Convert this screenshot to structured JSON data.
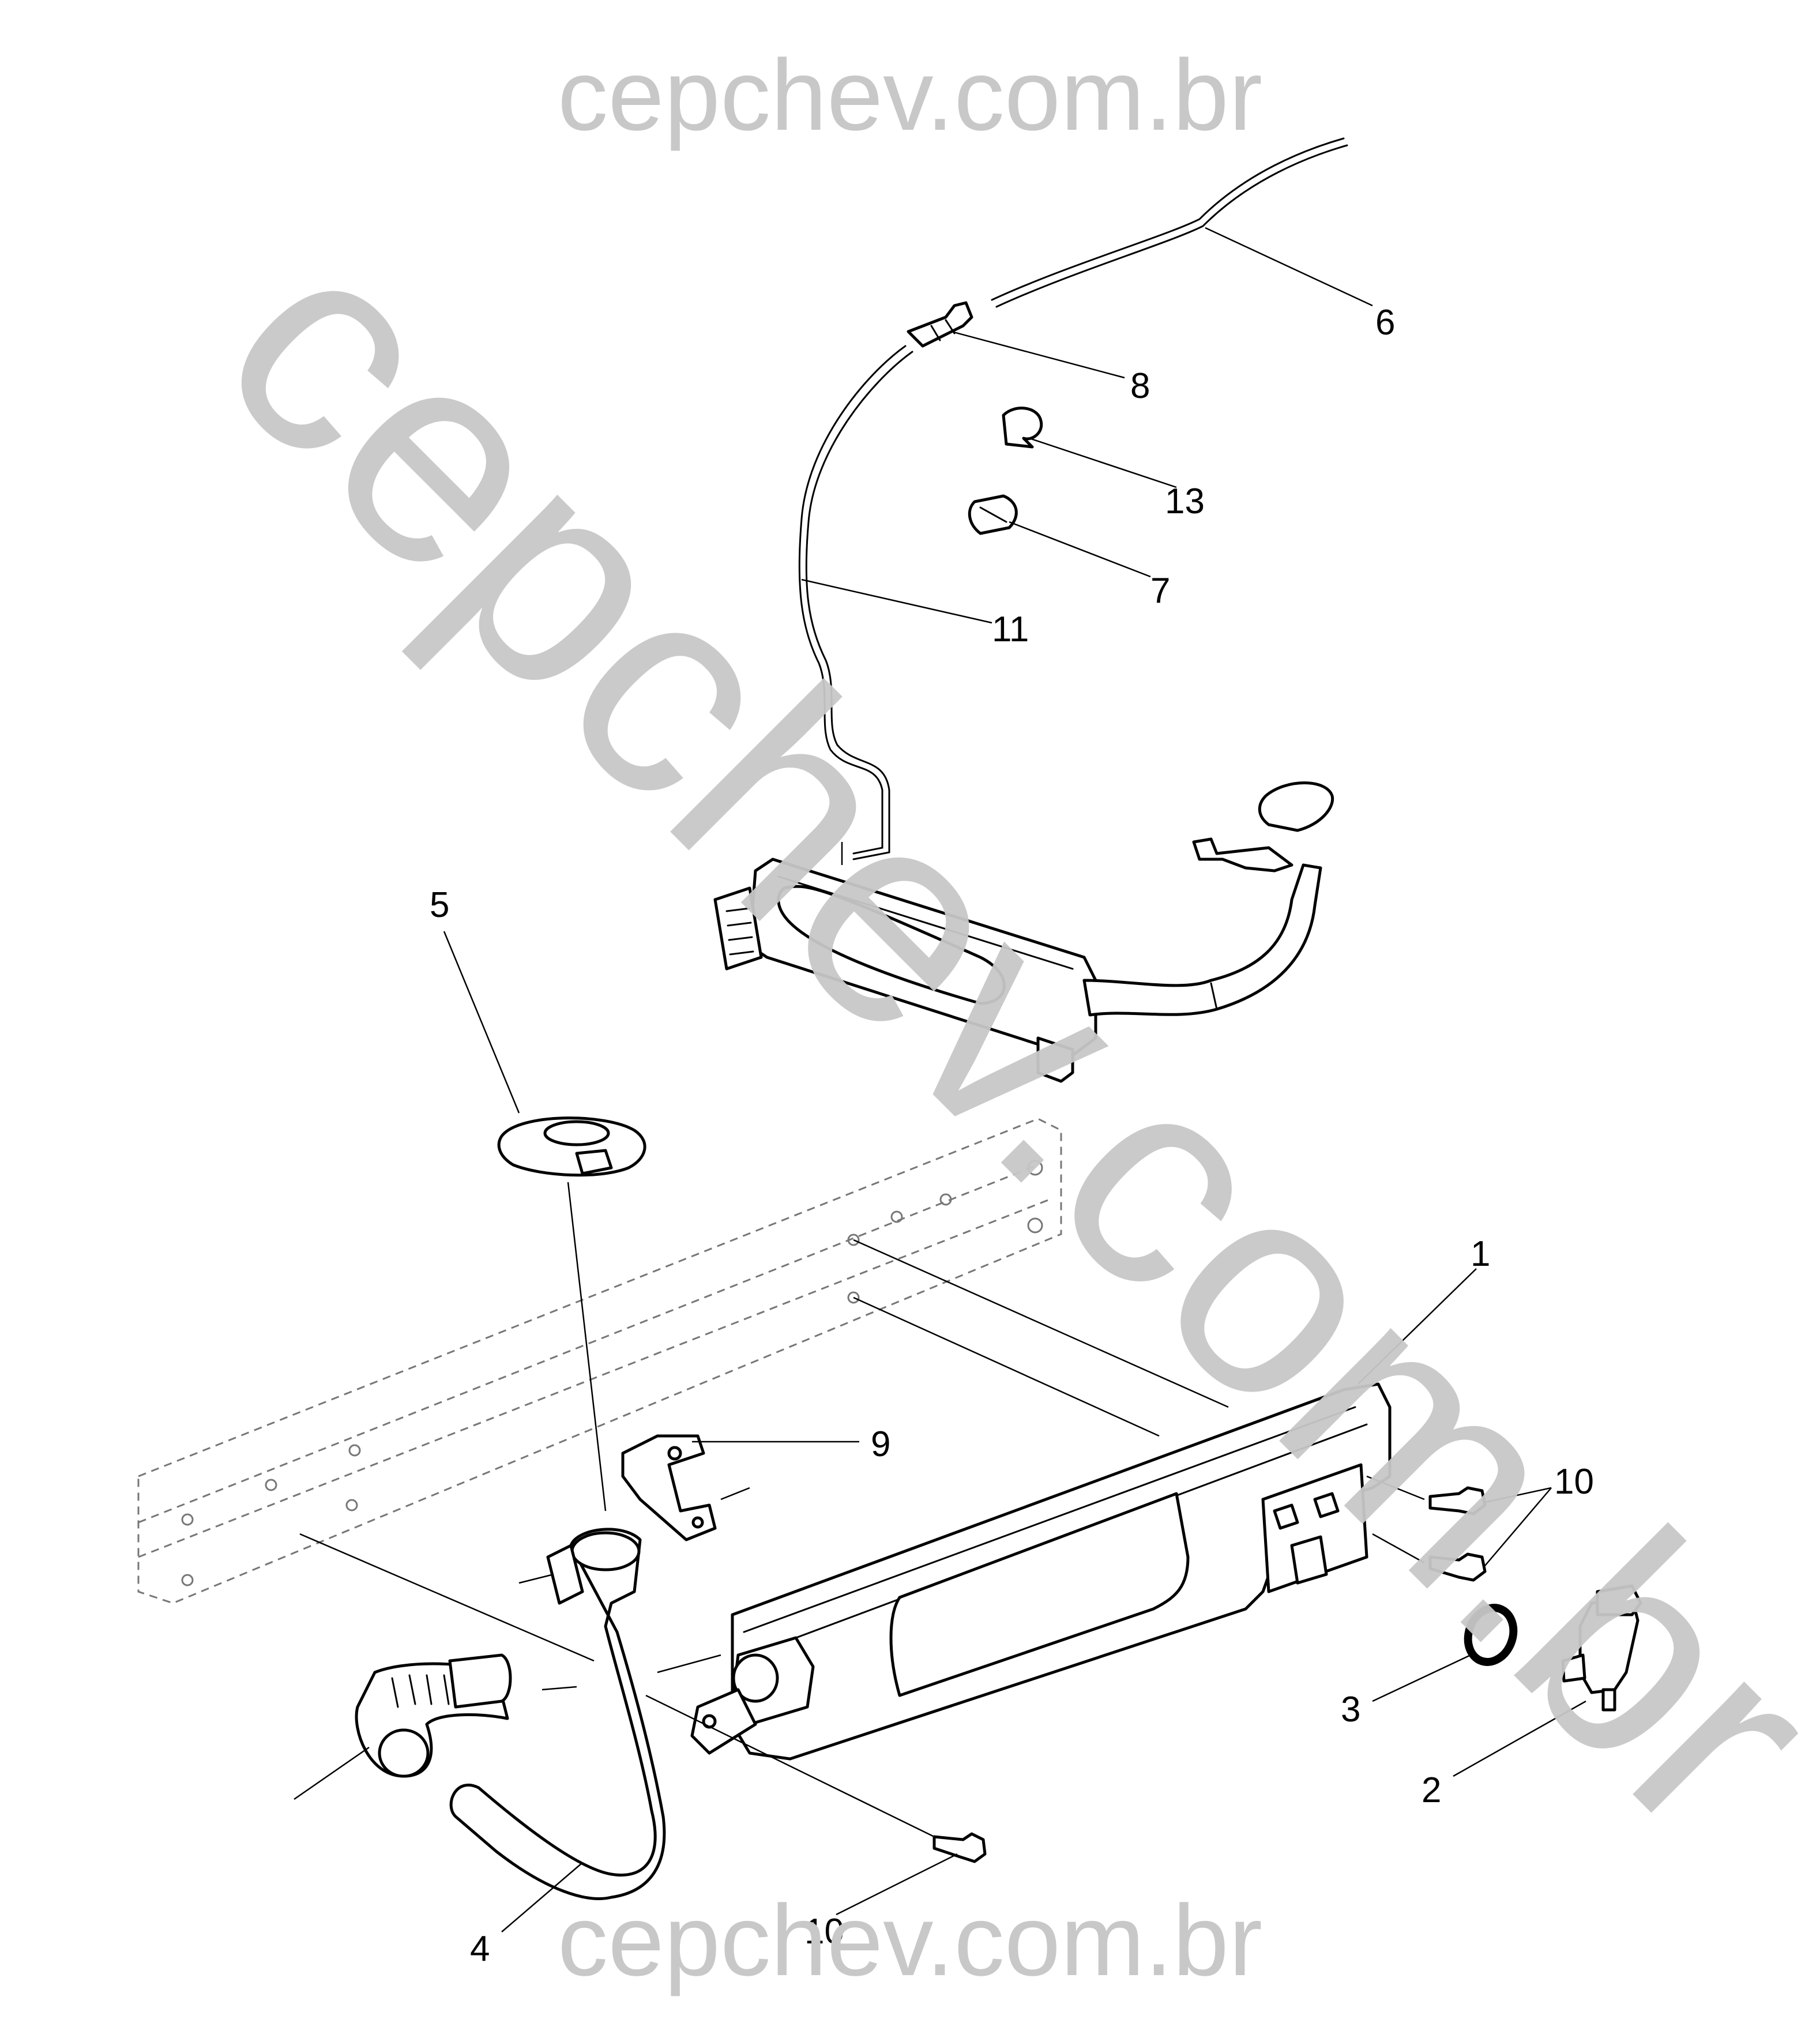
{
  "watermark": {
    "top": "cepchev.com.br",
    "bottom": "cepchev.com.br",
    "diagonal": "cepchev.com.br",
    "color": "#c8c8c8"
  },
  "callouts": {
    "c1": "1",
    "c2": "2",
    "c3": "3",
    "c4": "4",
    "c5": "5",
    "c6": "6",
    "c7": "7",
    "c8": "8",
    "c9": "9",
    "c10a": "10",
    "c10b": "10",
    "c11": "11",
    "c13": "13"
  }
}
